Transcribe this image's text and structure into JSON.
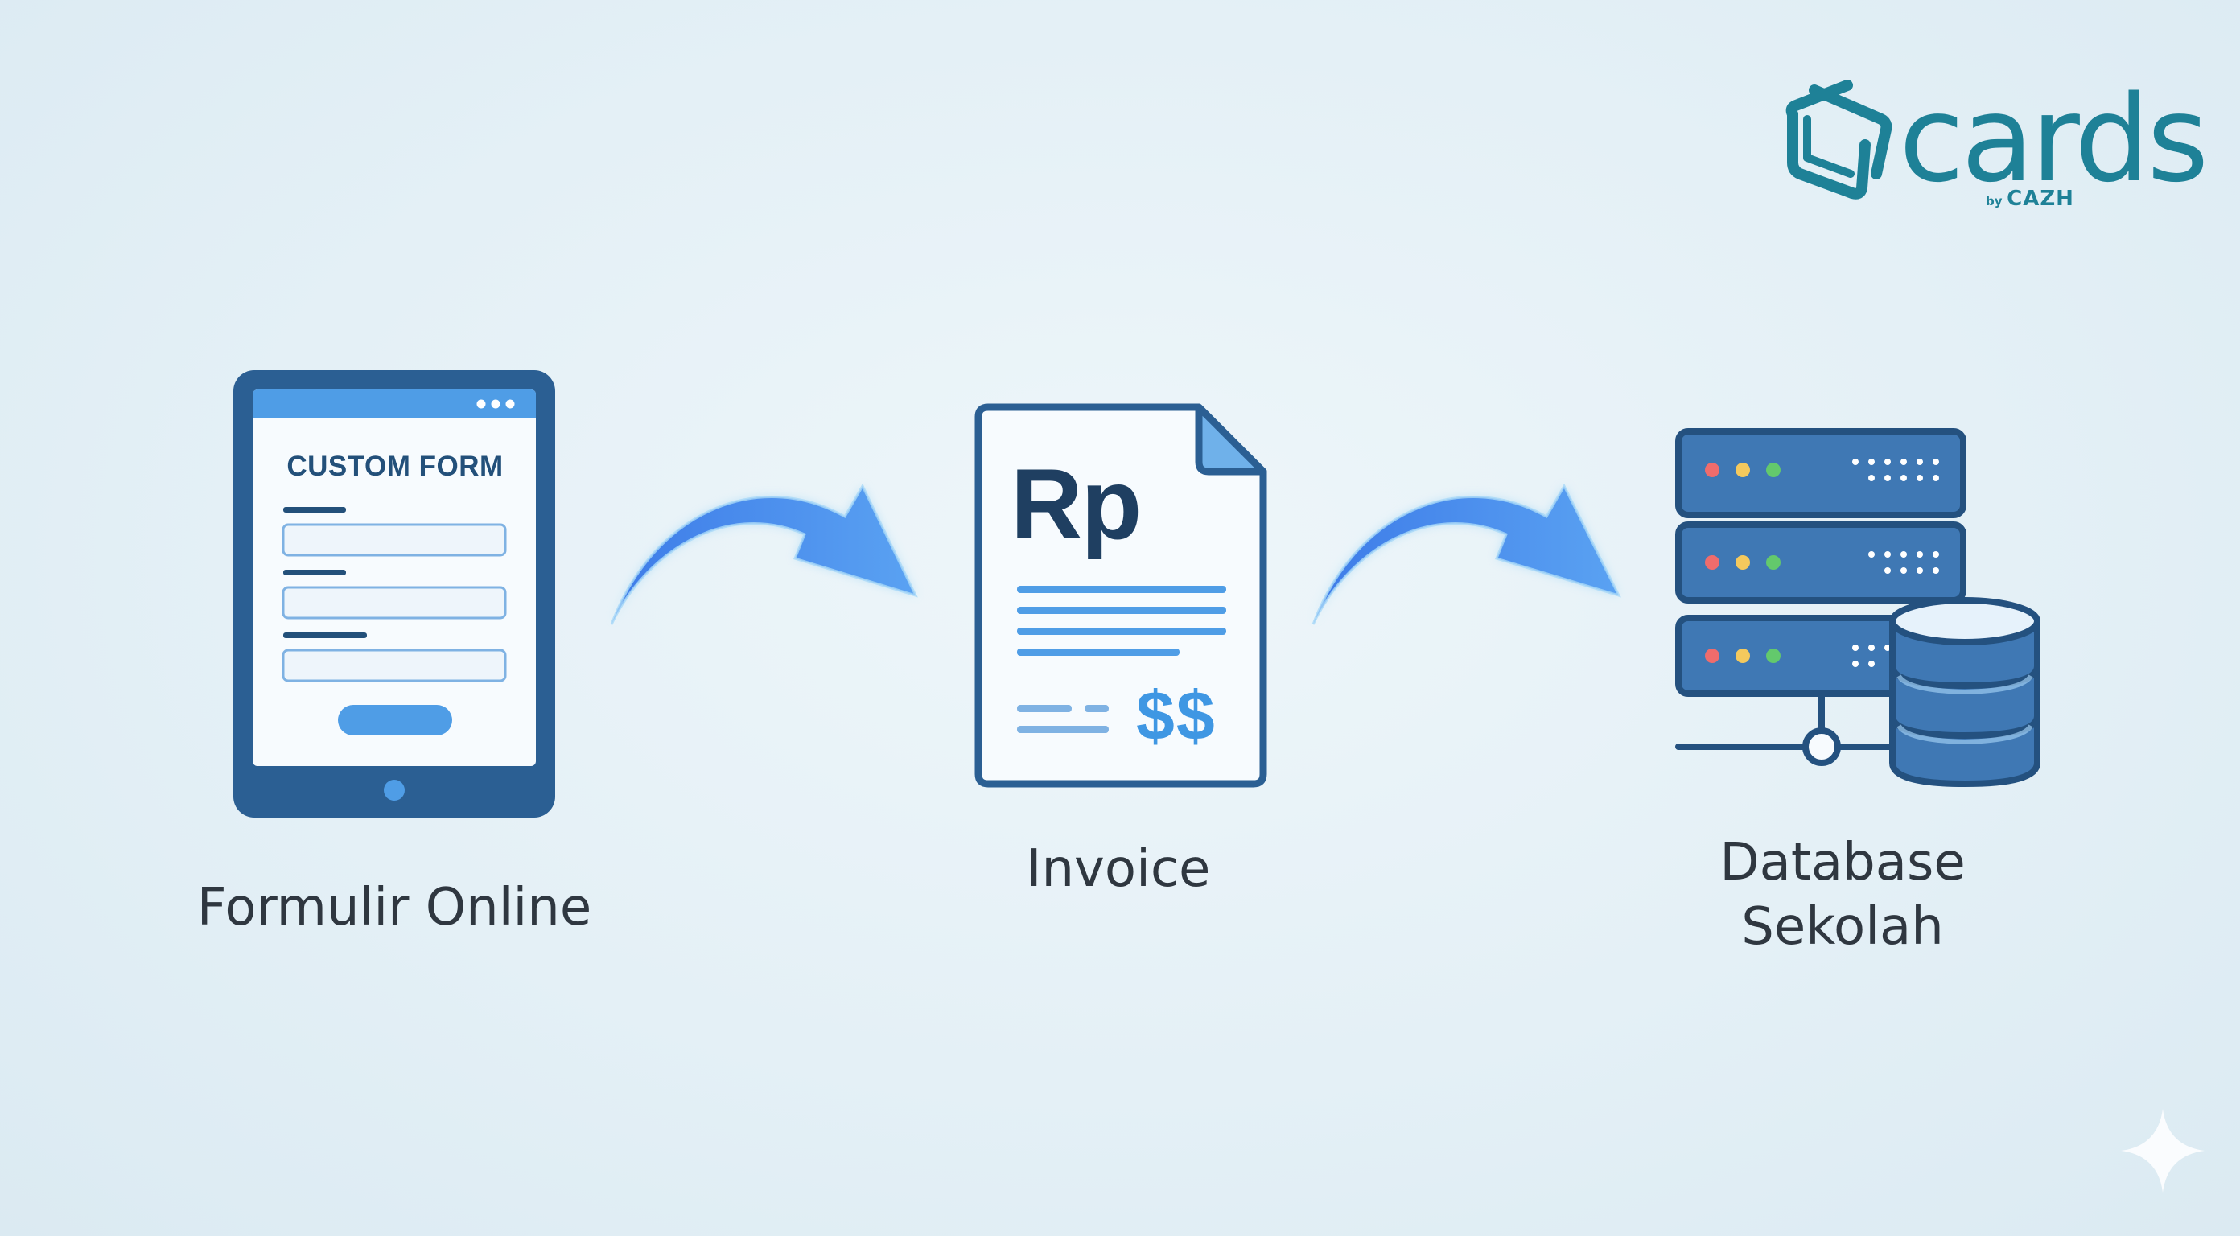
{
  "logo": {
    "wordmark": "cards",
    "by": "by",
    "company": "CAZH",
    "color": "#1e8197"
  },
  "steps": [
    {
      "id": "form",
      "icon": "tablet-form-icon",
      "screen_title": "CUSTOM FORM",
      "label": "Formulir Online"
    },
    {
      "id": "invoice",
      "icon": "invoice-document-icon",
      "currency": "Rp",
      "amount_symbols": "$$",
      "label": "Invoice"
    },
    {
      "id": "database",
      "icon": "database-server-icon",
      "label_line1": "Database",
      "label_line2": "Sekolah"
    }
  ],
  "connectors": [
    "curved-arrow-icon",
    "curved-arrow-icon"
  ],
  "colors": {
    "background": "#e4f0f6",
    "primary_blue": "#2b5f93",
    "light_blue": "#4f9de6",
    "arrow_blue": "#4a8ef0",
    "text_dark": "#2f3740"
  }
}
